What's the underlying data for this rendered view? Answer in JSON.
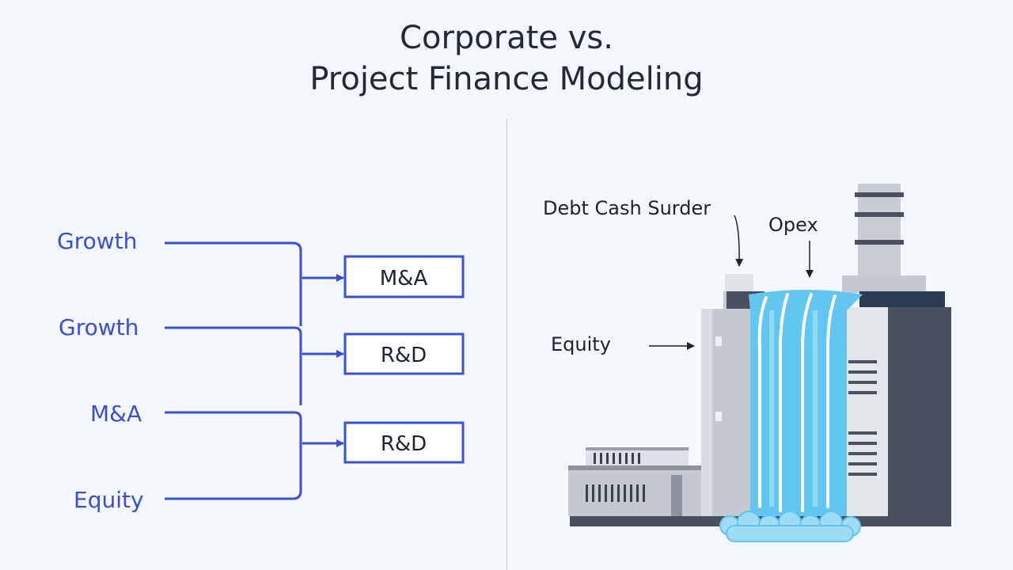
{
  "title": {
    "line1": "Corporate vs.",
    "line2": "Project Finance Modeling"
  },
  "corporate": {
    "sources": [
      "Growth",
      "Growth",
      "M&A",
      "Equity"
    ],
    "targets": [
      "M&A",
      "R&D",
      "R&D"
    ]
  },
  "project": {
    "labels": {
      "debt": "Debt Cash Surder",
      "opex": "Opex",
      "equity": "Equity"
    }
  },
  "colors": {
    "connector": "#3a4fd2",
    "water": "#62c6f0",
    "plant_dark": "#4a515e",
    "plant_light": "#c5c9d1"
  }
}
